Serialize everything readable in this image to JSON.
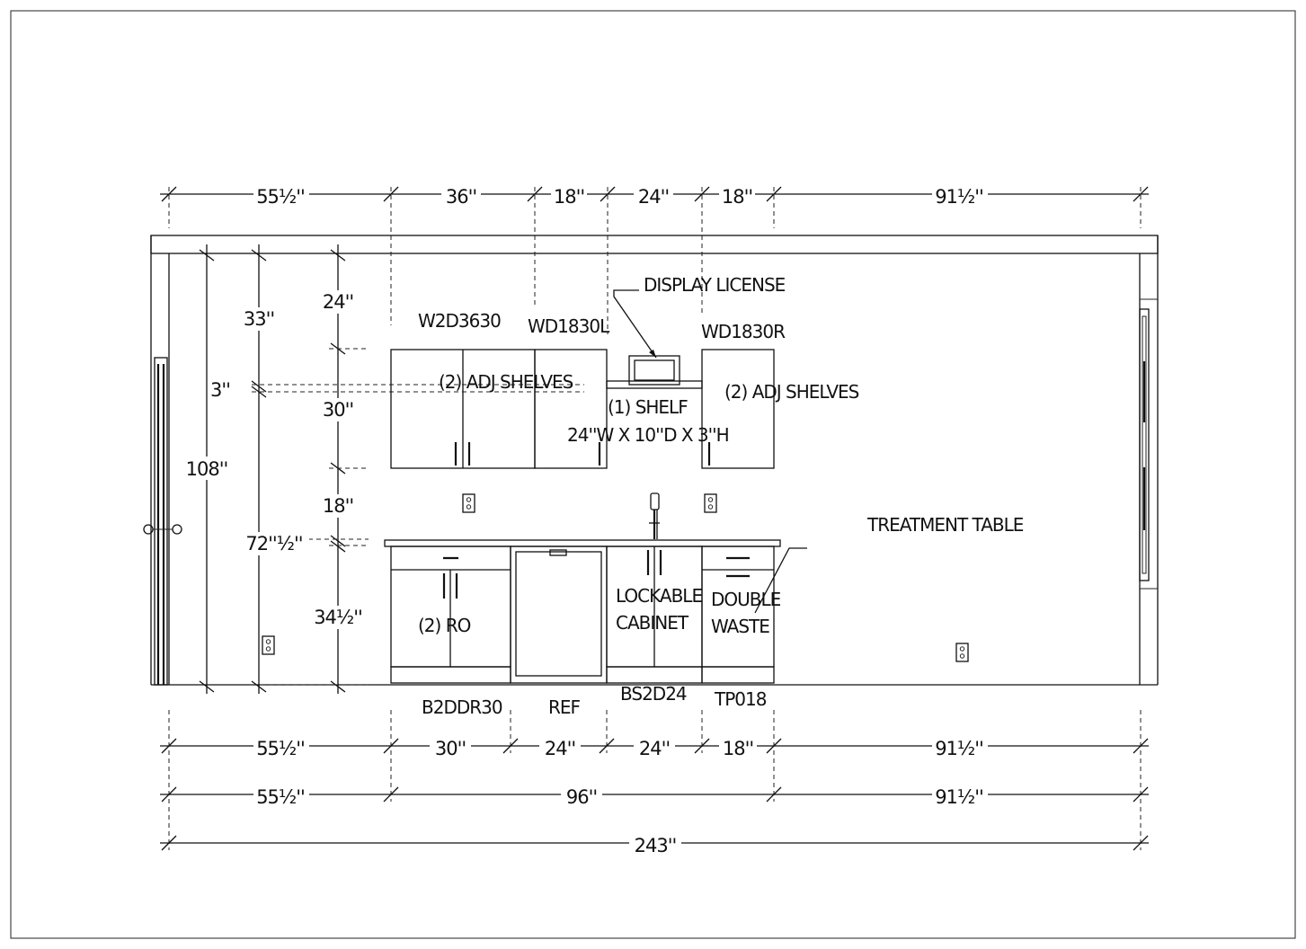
{
  "dimensions": {
    "top": [
      "55½''",
      "36''",
      "18''",
      "24''",
      "18''",
      "91½''"
    ],
    "bottom_row1": [
      "55½''",
      "30''",
      "24''",
      "24''",
      "18''",
      "91½''"
    ],
    "bottom_row2": [
      "55½''",
      "96''",
      "91½''"
    ],
    "overall": "243''",
    "left_heights": {
      "total": "108''",
      "upper_gap": "33''",
      "upper_cab_top": "24''",
      "shelf_gap": "3''",
      "upper_cab": "30''",
      "backsplash": "18''",
      "counter": "72''½''",
      "base": "34½''"
    }
  },
  "labels": {
    "display_license": "DISPLAY LICENSE",
    "upper_left_cab": "W2D3630",
    "upper_mid_cab": "WD1830L",
    "upper_right_cab": "WD1830R",
    "adj_shelves_left": "(2) ADJ SHELVES",
    "adj_shelves_right": "(2) ADJ SHELVES",
    "shelf": "(1) SHELF",
    "shelf_size": "24''W X 10''D X 3''H",
    "treatment_table": "TREATMENT TABLE",
    "ro": "(2) RO",
    "lockable_line1": "LOCKABLE",
    "lockable_line2": "CABINET",
    "double_line1": "DOUBLE",
    "double_line2": "WASTE",
    "base_b2ddr30": "B2DDR30",
    "base_ref": "REF",
    "base_bs2d24": "BS2D24",
    "base_tp018": "TP018"
  }
}
